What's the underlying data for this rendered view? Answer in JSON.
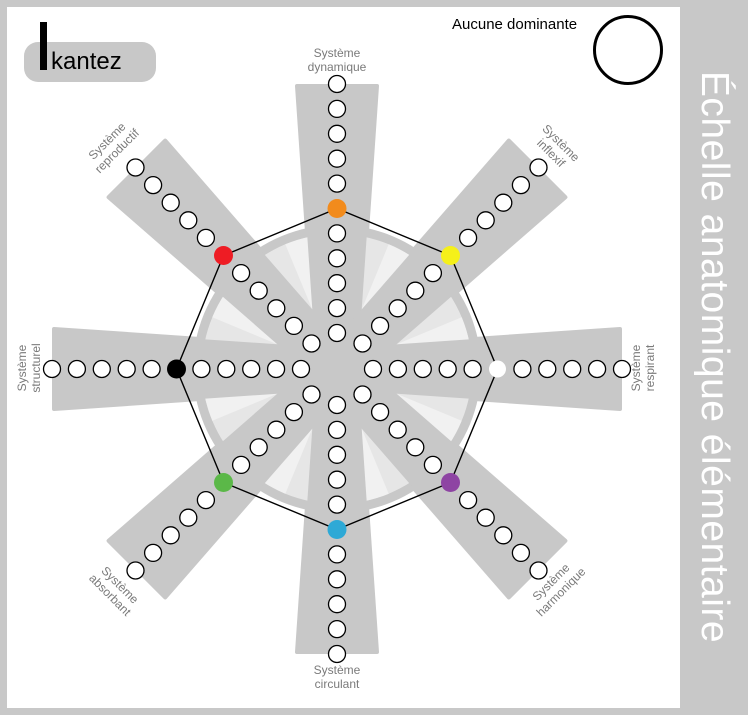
{
  "app": {
    "logo_text": "kantez",
    "side_title": "Échelle anatomique élémentaire",
    "legend_label": "Aucune dominante"
  },
  "colors": {
    "arm_gray": "#c8c8c8",
    "hub_fill": "#e6e6e6",
    "ring_gray": "#c8c8c8"
  },
  "systems": [
    {
      "id": "dynamique",
      "line1": "Système",
      "line2": "dynamique",
      "marker_color": "#f28b1c"
    },
    {
      "id": "inflexif",
      "line1": "Système",
      "line2": "inflexif",
      "marker_color": "#f5f01a"
    },
    {
      "id": "respirant",
      "line1": "Système",
      "line2": "respirant",
      "marker_color": "#ffffff"
    },
    {
      "id": "harmonique",
      "line1": "Système",
      "line2": "harmonique",
      "marker_color": "#8e44a3"
    },
    {
      "id": "circulant",
      "line1": "Système",
      "line2": "circulant",
      "marker_color": "#2ea9d6"
    },
    {
      "id": "absorbant",
      "line1": "Système",
      "line2": "absorbant",
      "marker_color": "#5bb848"
    },
    {
      "id": "structurel",
      "line1": "Système",
      "line2": "structurel",
      "marker_color": "#000000"
    },
    {
      "id": "reproductif",
      "line1": "Système",
      "line2": "reproductif",
      "marker_color": "#ee1c24"
    }
  ]
}
